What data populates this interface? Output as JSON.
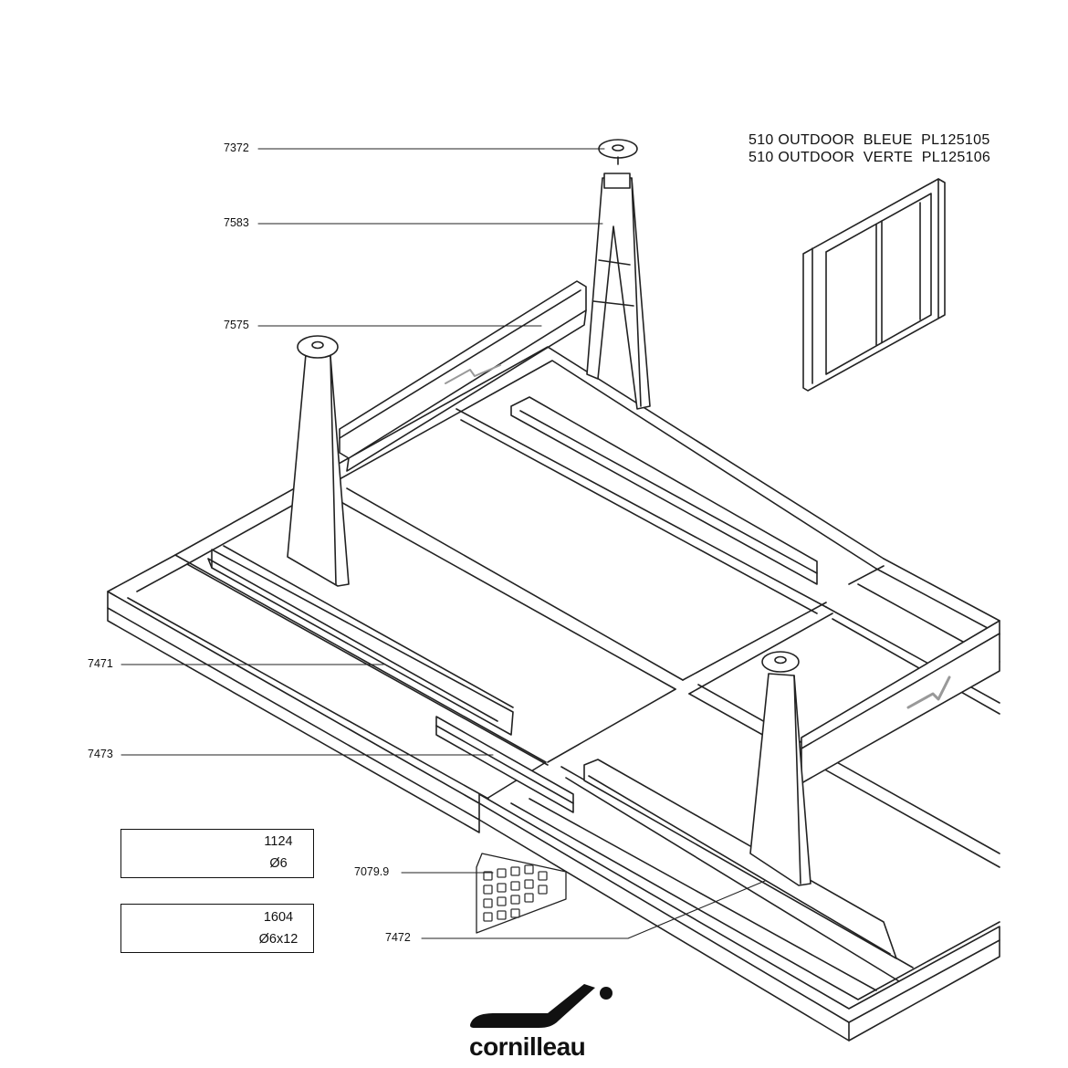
{
  "header": {
    "line1": "510 OUTDOOR  BLEUE  PL125105",
    "line2": "510 OUTDOOR  VERTE  PL125106"
  },
  "parts": {
    "p7372": "7372",
    "p7583": "7583",
    "p7575": "7575",
    "p7471": "7471",
    "p7473": "7473",
    "p7079": "7079.9",
    "p7472": "7472"
  },
  "hardware": [
    {
      "code": "1124",
      "size": "Ø6",
      "icon": "nut-icon"
    },
    {
      "code": "1604",
      "size": "Ø6x12",
      "icon": "bolt-icon"
    }
  ],
  "brand": {
    "name": "cornilleau"
  }
}
